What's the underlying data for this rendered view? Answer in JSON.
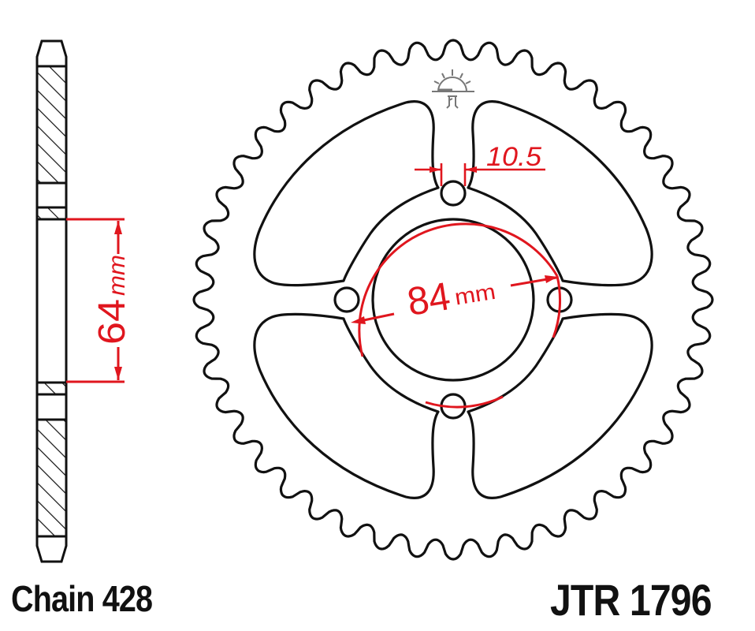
{
  "footer": {
    "chain_label": "Chain 428",
    "part_number": "JTR 1796"
  },
  "dimensions": {
    "bolt_hole_width": "10.5",
    "pcd_value": "84",
    "pcd_unit": "mm",
    "offset_value": "64",
    "offset_unit": "mm"
  },
  "sprocket": {
    "teeth": 44,
    "bolt_holes": 4,
    "cutouts": 4
  },
  "icons": {
    "logo": "jt-sun-logo-icon"
  },
  "colors": {
    "outline": "#111111",
    "dimension": "#e0161e",
    "background": "#ffffff",
    "logo": "#777777"
  }
}
